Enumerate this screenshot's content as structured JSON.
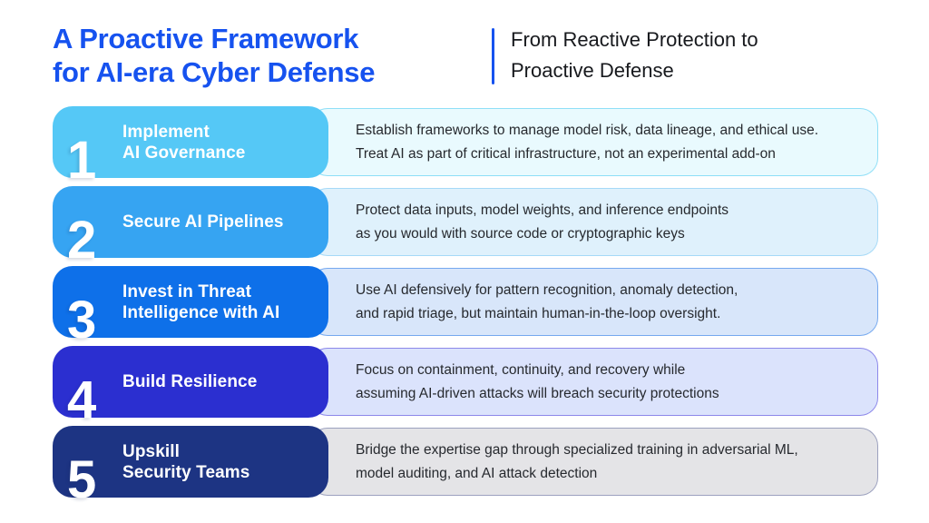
{
  "header": {
    "title": "A Proactive Framework\nfor AI-era Cyber Defense",
    "subtitle": "From Reactive Protection to\nProactive Defense",
    "accent_color": "#1652ef"
  },
  "steps": [
    {
      "number": "1",
      "title": "Implement\nAI Governance",
      "description": "Establish frameworks to manage model risk, data lineage, and ethical use.\nTreat AI as part of critical infrastructure, not an experimental add-on",
      "block_color": "#55c8f6",
      "panel_bg": "#e9fafe",
      "panel_border": "#8fdff7"
    },
    {
      "number": "2",
      "title": "Secure AI Pipelines",
      "description": "Protect data inputs, model weights, and inference endpoints\nas you would with source code or cryptographic keys",
      "block_color": "#36a4f2",
      "panel_bg": "#dff1fc",
      "panel_border": "#a6daf7"
    },
    {
      "number": "3",
      "title": "Invest in Threat\nIntelligence with AI",
      "description": "Use AI defensively for pattern recognition, anomaly detection,\nand rapid triage, but maintain human-in-the-loop oversight.",
      "block_color": "#0e70e9",
      "panel_bg": "#d8e6fa",
      "panel_border": "#76a9ef"
    },
    {
      "number": "4",
      "title": "Build Resilience",
      "description": "Focus on containment, continuity, and recovery while\nassuming AI-driven attacks will breach security protections",
      "block_color": "#2b2fd0",
      "panel_bg": "#dbe3fc",
      "panel_border": "#8c88ea"
    },
    {
      "number": "5",
      "title": "Upskill\nSecurity Teams",
      "description": "Bridge the expertise gap through specialized training in adversarial ML,\nmodel auditing, and AI attack detection",
      "block_color": "#1d3483",
      "panel_bg": "#e4e4e7",
      "panel_border": "#9ca1bf"
    }
  ]
}
